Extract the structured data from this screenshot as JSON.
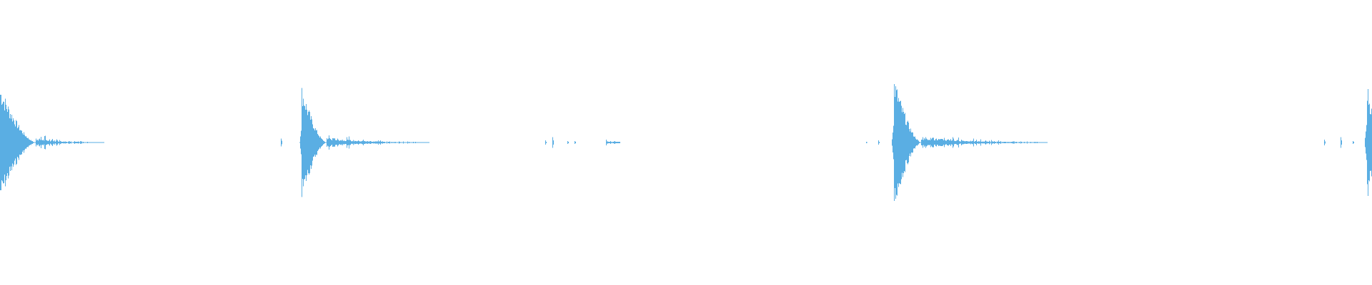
{
  "waveform": {
    "color": "#5aaee3",
    "background": "#ffffff",
    "bursts": [
      {
        "time": 0.0,
        "peak": 0.86,
        "decay": 0.026,
        "ring": 0.05,
        "tail": 0.05
      },
      {
        "time": 0.22,
        "peak": 0.85,
        "decay": 0.018,
        "ring": 0.06,
        "tail": 0.075
      },
      {
        "time": 0.652,
        "peak": 1.0,
        "decay": 0.02,
        "ring": 0.07,
        "tail": 0.092
      },
      {
        "time": 0.997,
        "peak": 0.93,
        "decay": 0.012,
        "ring": 0.0,
        "tail": 0.003
      }
    ],
    "blips": [
      {
        "time": 0.205,
        "amp": 0.06
      },
      {
        "time": 0.398,
        "amp": 0.03
      },
      {
        "time": 0.403,
        "amp": 0.08
      },
      {
        "time": 0.414,
        "amp": 0.02
      },
      {
        "time": 0.419,
        "amp": 0.02
      },
      {
        "time": 0.442,
        "amp": 0.04
      },
      {
        "time": 0.632,
        "amp": 0.01
      },
      {
        "time": 0.641,
        "amp": 0.03
      },
      {
        "time": 0.966,
        "amp": 0.04
      },
      {
        "time": 0.978,
        "amp": 0.08
      },
      {
        "time": 0.987,
        "amp": 0.02
      }
    ],
    "smear": {
      "time_start": 0.442,
      "time_end": 0.452,
      "amp": 0.015
    }
  }
}
